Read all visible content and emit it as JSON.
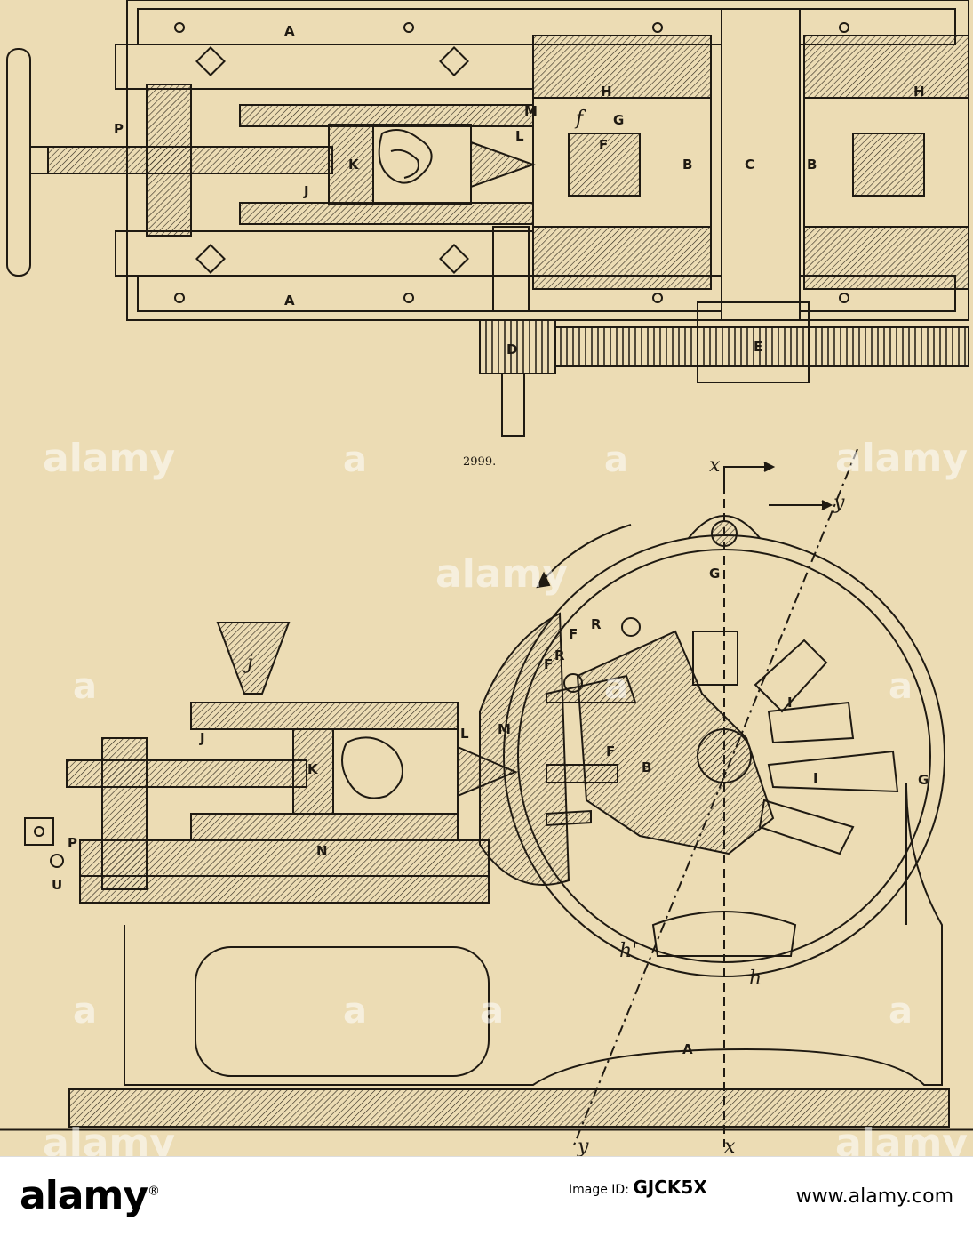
{
  "figure": {
    "number": "2999.",
    "top_labels": [
      "A",
      "A",
      "P",
      "J",
      "K",
      "L",
      "M",
      "H",
      "H",
      "G",
      "f",
      "F",
      "B",
      "C",
      "B",
      "E",
      "D"
    ],
    "bottom_labels": [
      "j",
      "J",
      "K",
      "L",
      "M",
      "R",
      "R",
      "F",
      "F",
      "F",
      "B",
      "G",
      "G",
      "I",
      "I",
      "N",
      "P",
      "U",
      "A",
      "h",
      "h'"
    ],
    "axis_labels": {
      "x_top": "x",
      "y_top": "y",
      "x_bottom": "x",
      "y_bottom": "y"
    }
  },
  "watermark": {
    "word": "alamy",
    "letter": "a"
  },
  "footer": {
    "brand": "alamy",
    "image_id_label": "Image ID: ",
    "image_id": "GJCK5X",
    "site": "www.alamy.com"
  },
  "colors": {
    "paper": "#ecdcb4",
    "ink": "#1f1a12"
  }
}
